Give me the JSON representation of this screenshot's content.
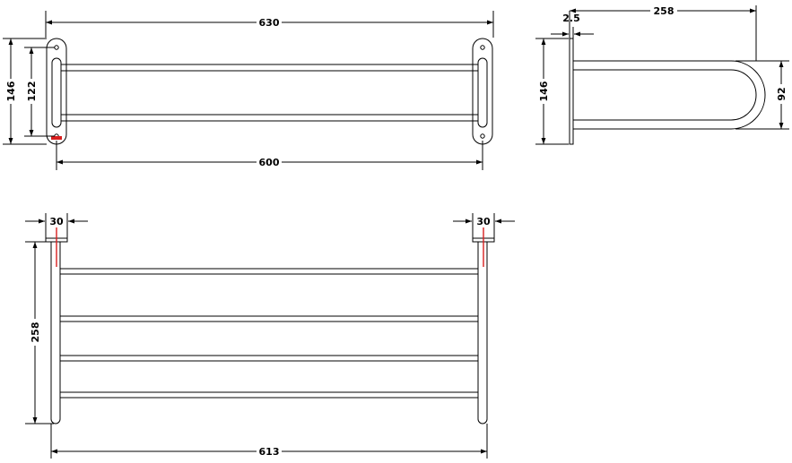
{
  "drawing": {
    "front_view": {
      "overall_width": "630",
      "bar_length": "600",
      "plate_height": "146",
      "hole_spacing": "122"
    },
    "side_view": {
      "plate_thickness": "2.5",
      "projection": "258",
      "plate_height": "146",
      "bar_spacing": "92"
    },
    "top_view": {
      "left_post": "30",
      "right_post": "30",
      "depth": "258",
      "width": "613"
    },
    "colors": {
      "line": "#000000",
      "accent": "#d81e1e",
      "background": "#ffffff"
    }
  }
}
